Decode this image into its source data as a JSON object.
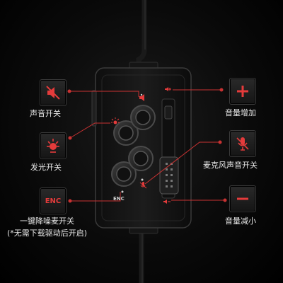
{
  "labels": {
    "mute": "声音开关",
    "light": "发光开关",
    "enc_line1": "一键降噪麦开关",
    "enc_line2": "(*无需下载驱动后开启)",
    "vol_up": "音量增加",
    "mic": "麦克风声音开关",
    "vol_down": "音量减小"
  },
  "enc_badge": "ENC",
  "device_enc_text": "ENC",
  "icons": {
    "mute": "speaker-mute-icon",
    "light": "glow-light-icon",
    "enc": "enc-badge-icon",
    "vol_up": "plus-icon",
    "mic": "microphone-mute-icon",
    "vol_down": "minus-icon"
  },
  "colors": {
    "accent": "#e43b3b",
    "line": "#c83232",
    "text": "#e8e8e8"
  }
}
